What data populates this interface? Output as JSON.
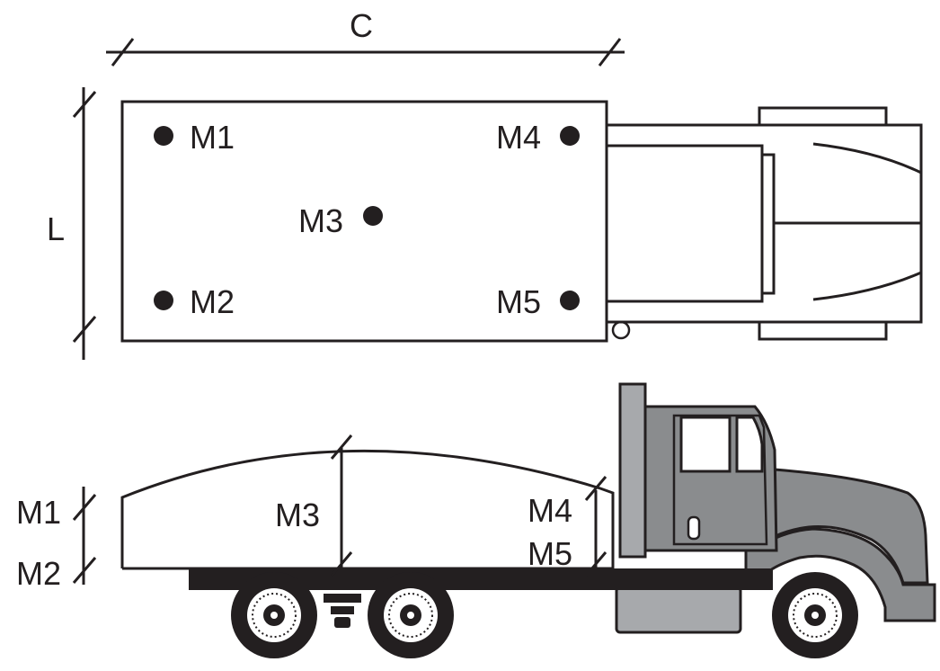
{
  "top_view": {
    "dimension_width": "C",
    "dimension_length": "L",
    "points": [
      {
        "label": "M1"
      },
      {
        "label": "M2"
      },
      {
        "label": "M3"
      },
      {
        "label": "M4"
      },
      {
        "label": "M5"
      }
    ]
  },
  "side_view": {
    "labels": [
      "M1",
      "M2",
      "M3",
      "M4",
      "M5"
    ]
  },
  "colors": {
    "ink": "#231f20",
    "truck_gray": "#8a8c8e",
    "exhaust_gray": "#a7a9ac"
  }
}
